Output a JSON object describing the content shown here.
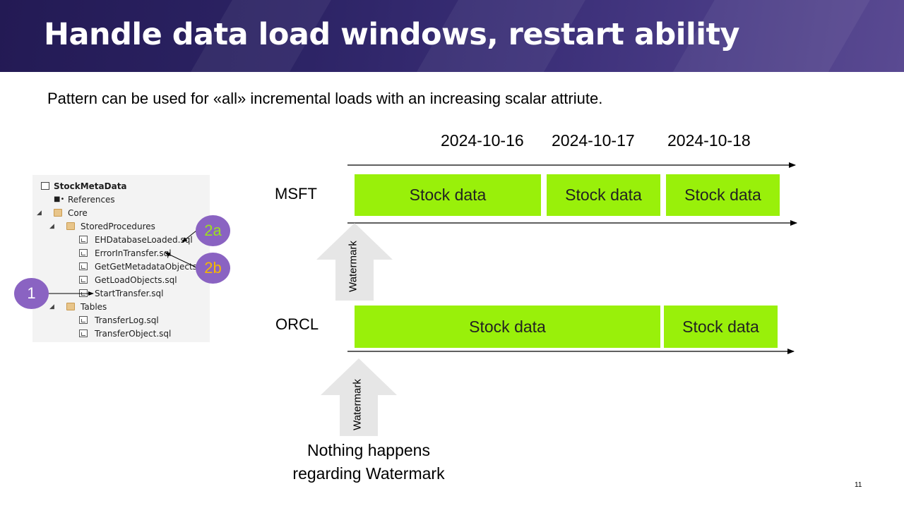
{
  "slide": {
    "title": "Handle data load windows, restart ability",
    "subtitle": "Pattern can be used for «all» incremental loads with an increasing scalar attriute.",
    "page_number": "11"
  },
  "solution_tree": {
    "items": [
      {
        "label": "StockMetaData"
      },
      {
        "label": "References"
      },
      {
        "label": "Core"
      },
      {
        "label": "StoredProcedures"
      },
      {
        "label": "EHDatabaseLoaded.sql"
      },
      {
        "label": "ErrorInTransfer.sql"
      },
      {
        "label": "GetGetMetadataObjects.sql"
      },
      {
        "label": "GetLoadObjects.sql"
      },
      {
        "label": "StartTransfer.sql"
      },
      {
        "label": "Tables"
      },
      {
        "label": "TransferLog.sql"
      },
      {
        "label": "TransferObject.sql"
      }
    ]
  },
  "callouts": {
    "c1": {
      "label": "1",
      "color": "#ffffff"
    },
    "c2a": {
      "label": "2a",
      "color": "#9be01e"
    },
    "c2b": {
      "label": "2b",
      "color": "#f5b800"
    }
  },
  "timeline": {
    "dates": [
      "2024-10-16",
      "2024-10-17",
      "2024-10-18"
    ],
    "rows": [
      {
        "label": "MSFT",
        "blocks": [
          "Stock data",
          "Stock data",
          "Stock data"
        ]
      },
      {
        "label": "ORCL",
        "blocks": [
          "Stock data",
          "Stock data"
        ]
      }
    ],
    "watermark_label": "Watermark",
    "bar_color": "#99f00a",
    "arrow_color": "#e6e6e6",
    "note": [
      "Nothing happens",
      "regarding Watermark"
    ]
  },
  "colors": {
    "banner": "#2d2466",
    "callout_fill": "#8a63c2"
  }
}
